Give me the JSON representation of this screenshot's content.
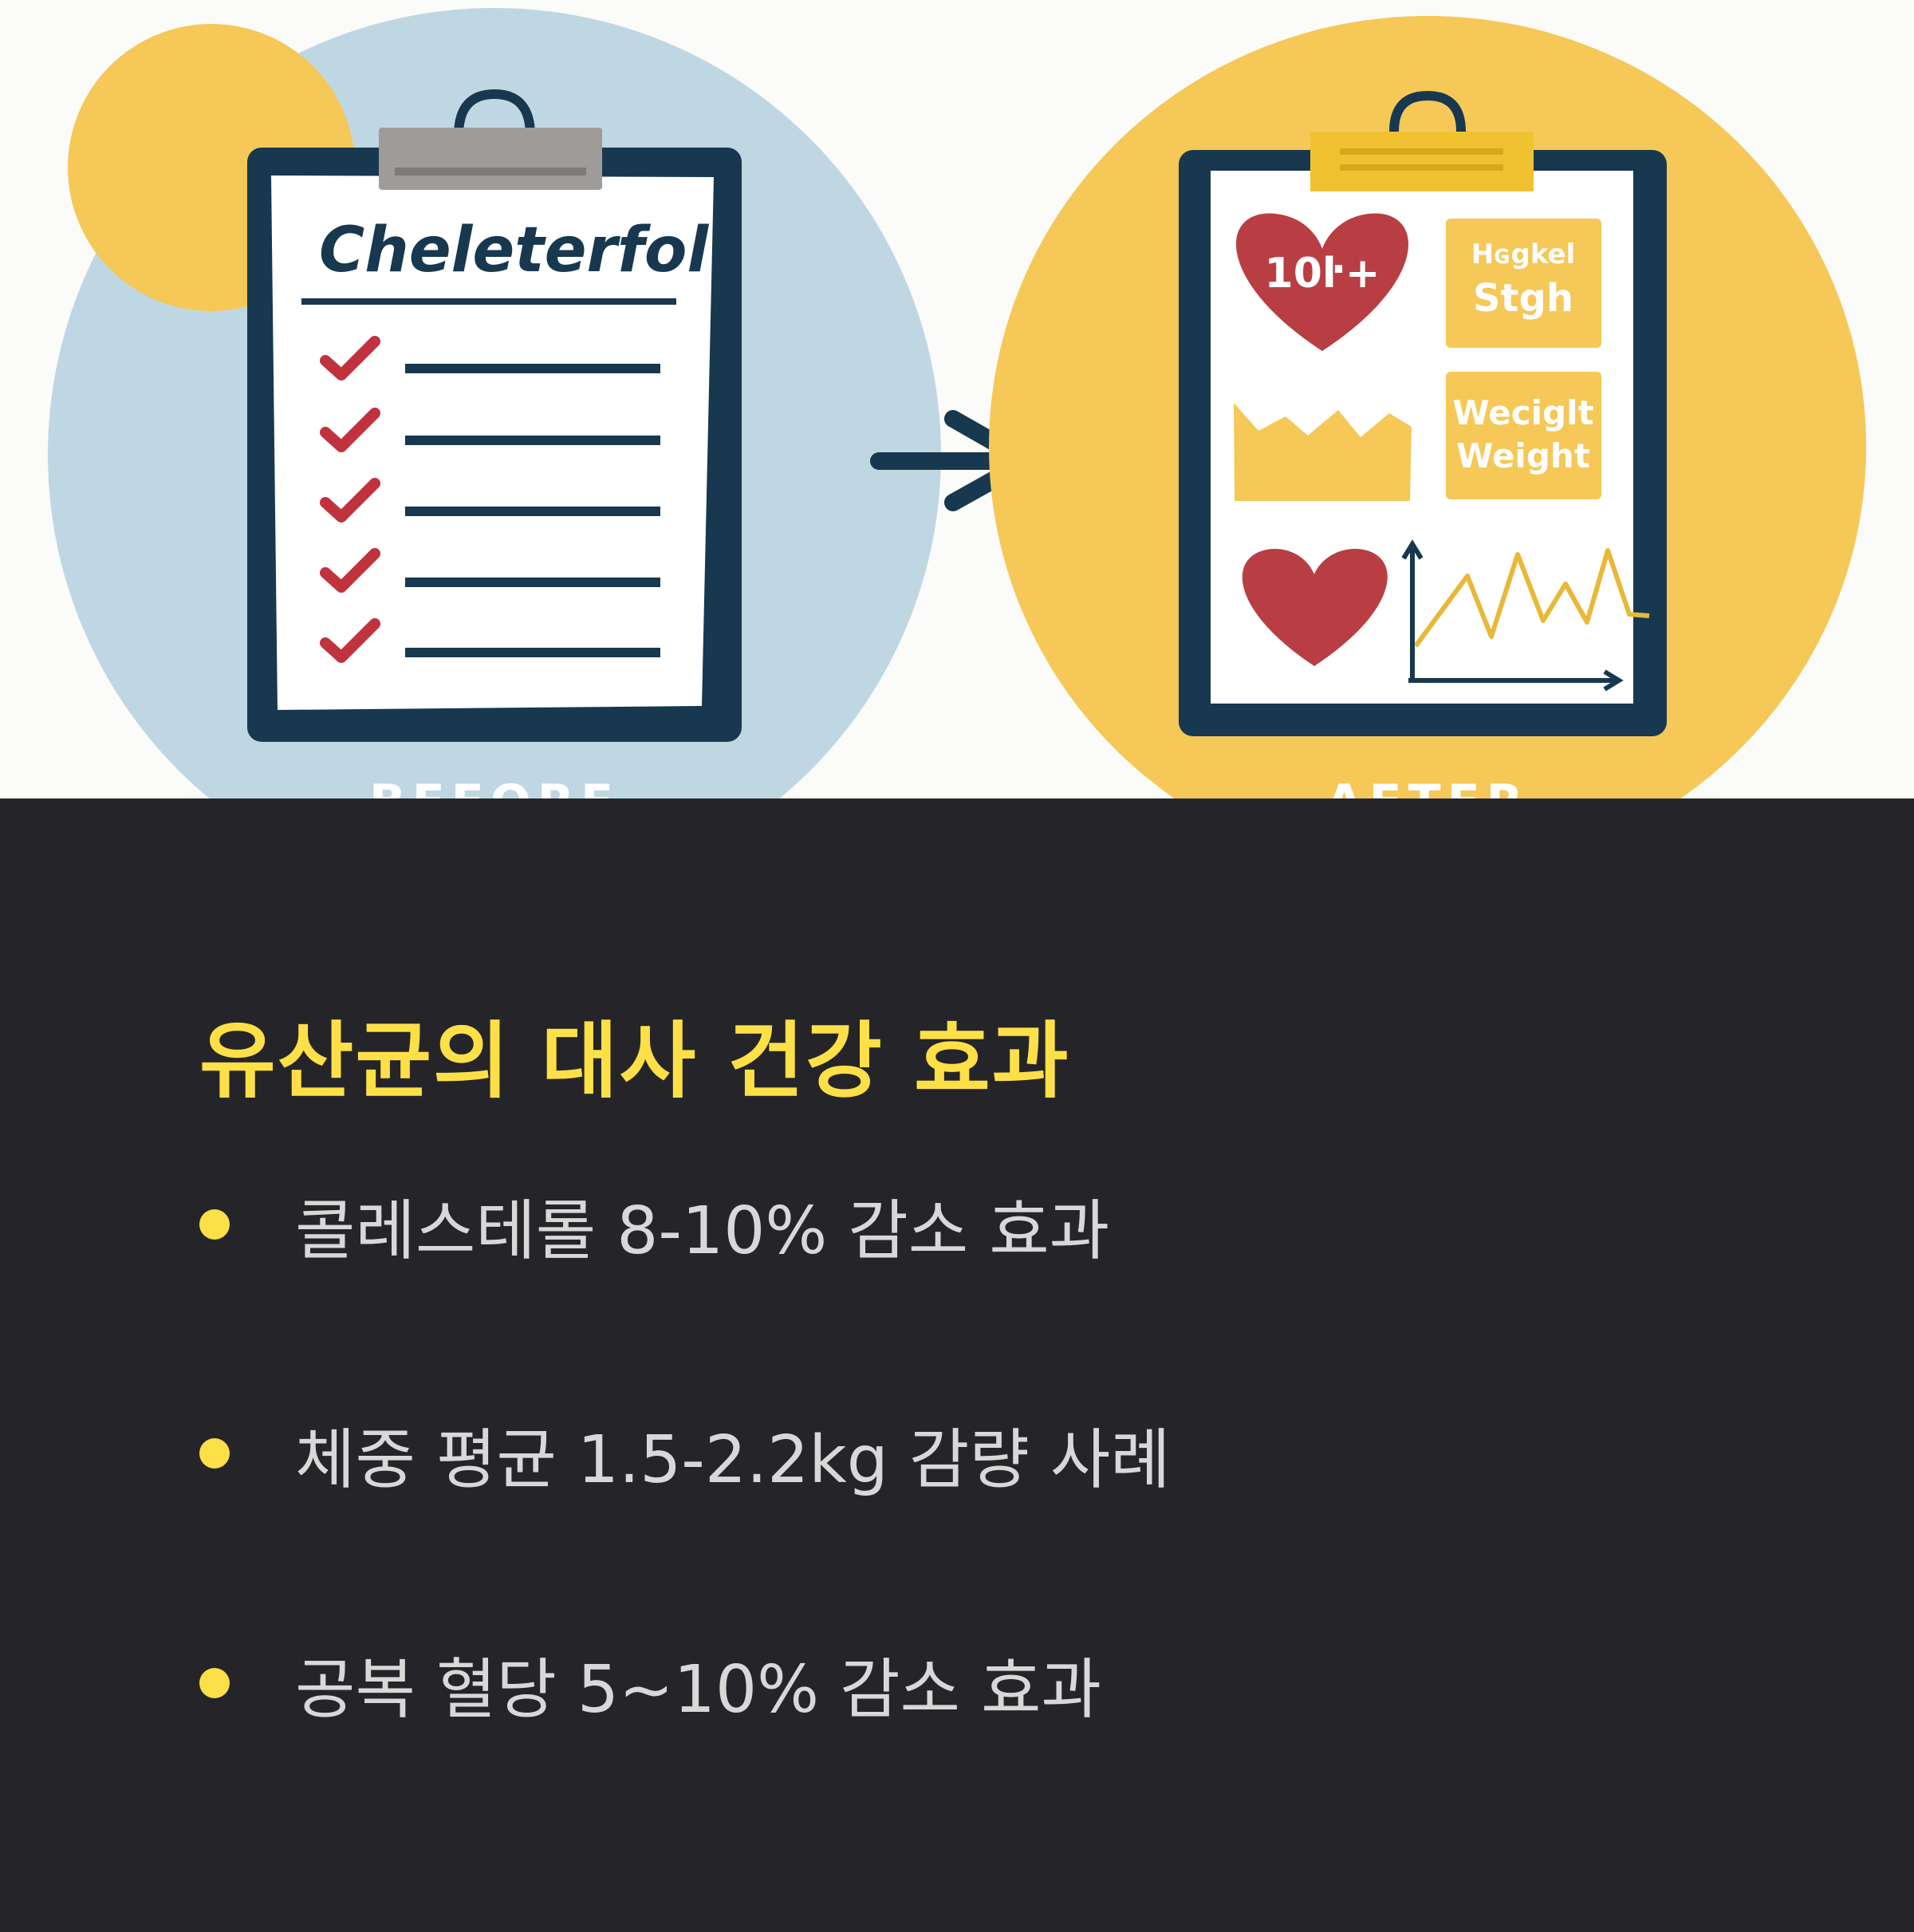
{
  "illustration": {
    "before_clipboard": {
      "heading": "Cheleterfol",
      "checklist_item_count": 5,
      "caption": "BEFORE"
    },
    "after_clipboard": {
      "heart_badge": "10ŀ+",
      "card1_line1": "Hɢgkel",
      "card1_line2": "Stgh",
      "card2_line1": "Weciglt",
      "card2_line2": "Weight",
      "caption": "AFTER"
    },
    "colors": {
      "before_circle": "#bfd7e2",
      "accent_yellow": "#f5c857",
      "navy": "#17384f",
      "check_red": "#c0333e",
      "heart_red": "#b93e43"
    }
  },
  "section": {
    "title": "유산균의 대사 건강 효과",
    "bullets": [
      {
        "text": "콜레스테롤 8-10% 감소 효과"
      },
      {
        "text": "체중 평균 1.5-2.2kg 감량 사례"
      },
      {
        "text": "공복 혈당 5~10% 감소 효과"
      }
    ],
    "colors": {
      "background": "#252529",
      "title": "#fde047",
      "bullet_dot": "#fde047",
      "text": "#d8d8d8"
    }
  }
}
